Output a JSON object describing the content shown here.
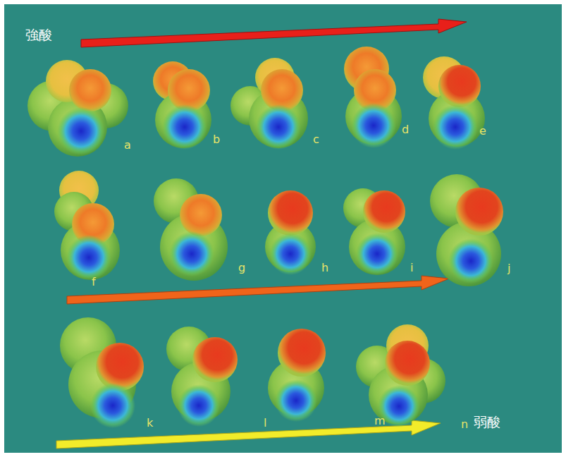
{
  "diagram": {
    "labels": [
      "強酸",
      "a",
      "b",
      "c",
      "d",
      "e",
      "f",
      "g",
      "h",
      "i",
      "j",
      "k",
      "l",
      "m",
      "n",
      "弱酸"
    ]
  }
}
